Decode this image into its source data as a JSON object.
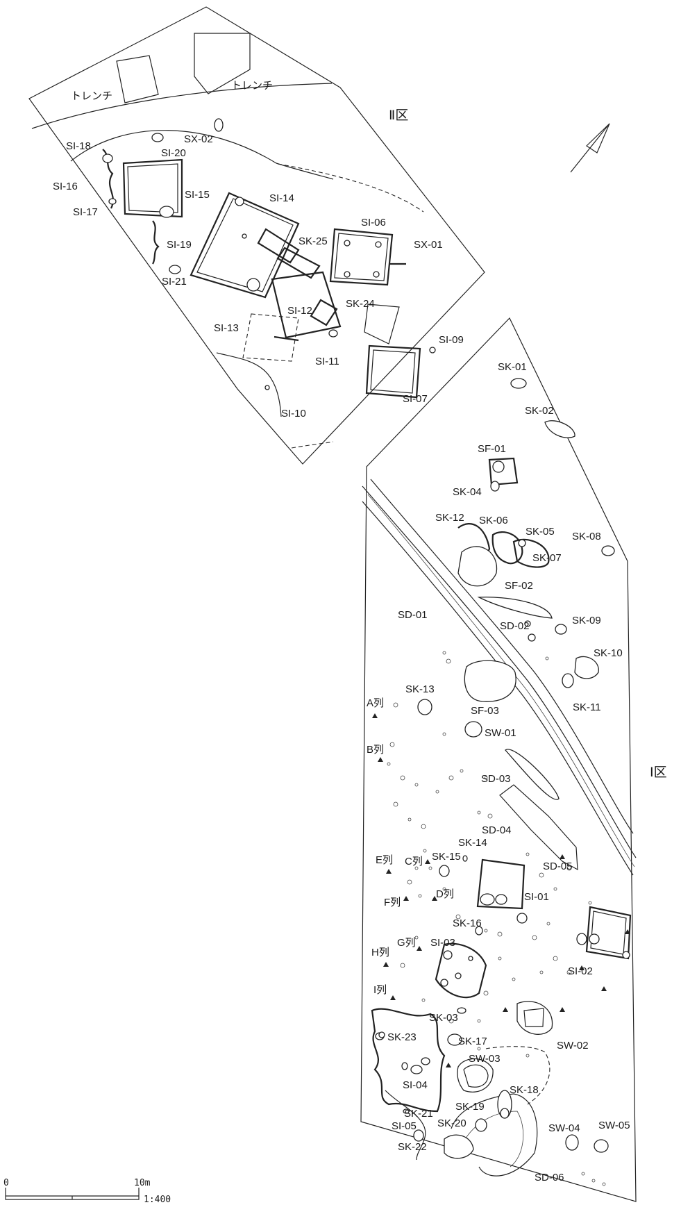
{
  "zones": {
    "zone2": "Ⅱ区",
    "zone1": "Ⅰ区"
  },
  "trenches": [
    "トレンチ",
    "トレンチ"
  ],
  "features_zone2": [
    "SX-02",
    "SI-18",
    "SI-20",
    "SI-16",
    "SI-17",
    "SI-15",
    "SI-14",
    "SI-19",
    "SI-21",
    "SK-25",
    "SI-06",
    "SX-01",
    "SI-12",
    "SK-24",
    "SI-13",
    "SI-11",
    "SI-09",
    "SI-07",
    "SI-10"
  ],
  "features_zone1": [
    "SK-01",
    "SK-02",
    "SF-01",
    "SK-04",
    "SK-12",
    "SK-06",
    "SK-05",
    "SK-07",
    "SK-08",
    "SF-02",
    "SD-01",
    "SD-02",
    "SK-09",
    "SK-10",
    "SK-11",
    "SK-13",
    "SF-03",
    "SW-01",
    "SD-03",
    "SD-04",
    "SK-14",
    "SK-15",
    "SD-05",
    "SI-01",
    "SK-16",
    "SI-03",
    "SI-02",
    "SK-03",
    "SW-02",
    "SK-23",
    "SK-17",
    "SW-03",
    "SK-18",
    "SI-04",
    "SK-19",
    "SK-21",
    "SI-05",
    "SK-20",
    "SW-04",
    "SW-05",
    "SK-22",
    "SD-06"
  ],
  "post_rows": [
    "A列",
    "B列",
    "C列",
    "D列",
    "E列",
    "F列",
    "G列",
    "H列",
    "I列"
  ],
  "scale_bar": {
    "zero": "0",
    "ten": "10m",
    "ratio": "1:400"
  },
  "colors": {
    "ink": "#222222",
    "paper": "#ffffff"
  }
}
